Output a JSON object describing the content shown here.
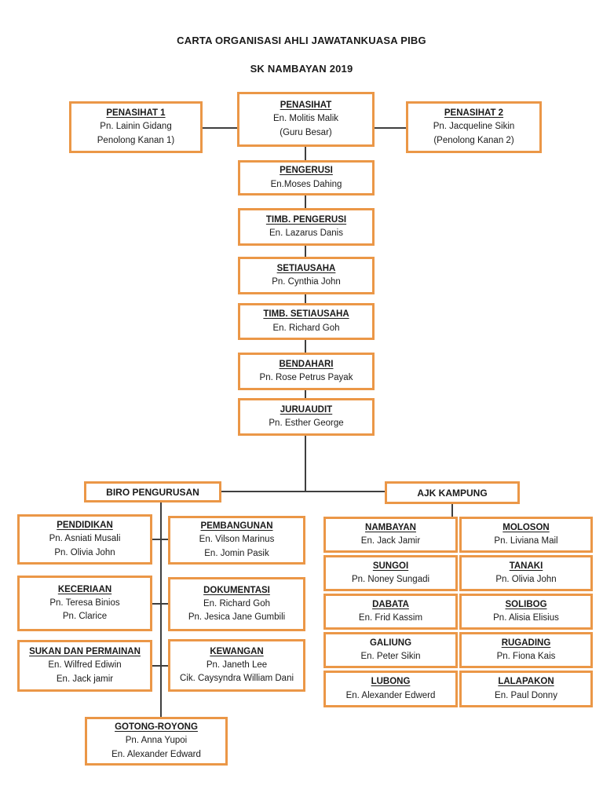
{
  "page": {
    "title_line1": "CARTA ORGANISASI AHLI JAWATANKUASA PIBG",
    "title_line2": "SK NAMBAYAN 2019"
  },
  "colors": {
    "box_border_orange": "#EB9747",
    "connector_gray": "#3F3F3F",
    "text_black": "#1A1A1A",
    "background": "#FFFFFF"
  },
  "nodes": {
    "penasihat1": {
      "title": "PENASIHAT 1",
      "lines": [
        "Pn. Lainin Gidang",
        "Penolong Kanan 1)"
      ]
    },
    "penasihat": {
      "title": "PENASIHAT",
      "lines": [
        "En. Molitis Malik",
        "(Guru Besar)"
      ]
    },
    "penasihat2": {
      "title": "PENASIHAT 2",
      "lines": [
        "Pn. Jacqueline Sikin",
        "(Penolong Kanan 2)"
      ]
    },
    "pengerusi": {
      "title": "PENGERUSI",
      "lines": [
        "En.Moses Dahing"
      ]
    },
    "timb_pengerusi": {
      "title": "TIMB. PENGERUSI",
      "lines": [
        "En. Lazarus Danis"
      ]
    },
    "setiausaha": {
      "title": "SETIAUSAHA",
      "lines": [
        "Pn. Cynthia John"
      ]
    },
    "timb_setiausaha": {
      "title": "TIMB. SETIAUSAHA",
      "lines": [
        "En. Richard Goh"
      ]
    },
    "bendahari": {
      "title": "BENDAHARI",
      "lines": [
        "Pn. Rose Petrus Payak"
      ]
    },
    "juruaudit": {
      "title": "JURUAUDIT",
      "lines": [
        "Pn. Esther George"
      ]
    },
    "biro_pengurusan": {
      "title": "BIRO PENGURUSAN"
    },
    "ajk_kampung": {
      "title": "AJK KAMPUNG"
    },
    "pendidikan": {
      "title": "PENDIDIKAN",
      "lines": [
        "Pn. Asniati Musali",
        "Pn. Olivia John"
      ]
    },
    "pembangunan": {
      "title": "PEMBANGUNAN",
      "lines": [
        "En. Vilson Marinus",
        "En. Jomin Pasik"
      ]
    },
    "keceriaan": {
      "title": "KECERIAAN",
      "lines": [
        "Pn. Teresa Binios",
        "Pn. Clarice"
      ]
    },
    "dokumentasi": {
      "title": "DOKUMENTASI",
      "lines": [
        "En. Richard Goh",
        "Pn. Jesica Jane Gumbili"
      ]
    },
    "sukan": {
      "title": "SUKAN DAN PERMAINAN",
      "lines": [
        "En. Wilfred Ediwin",
        "En. Jack jamir"
      ]
    },
    "kewangan": {
      "title": "KEWANGAN",
      "lines": [
        "Pn. Janeth Lee",
        "Cik. Caysyndra William Dani"
      ]
    },
    "gotong_royong": {
      "title": "GOTONG-ROYONG",
      "lines": [
        "Pn. Anna Yupoi",
        "En. Alexander Edward"
      ]
    },
    "nambayan": {
      "title": "NAMBAYAN",
      "lines": [
        "En. Jack Jamir"
      ]
    },
    "moloson": {
      "title": "MOLOSON",
      "lines": [
        "Pn. Liviana Mail"
      ]
    },
    "sungoi": {
      "title": "SUNGOI",
      "lines": [
        "Pn. Noney Sungadi"
      ]
    },
    "tanaki": {
      "title": "TANAKI",
      "lines": [
        "Pn. Olivia John"
      ]
    },
    "dabata": {
      "title": "DABATA",
      "lines": [
        "En. Frid Kassim"
      ]
    },
    "solibog": {
      "title": "SOLIBOG",
      "lines": [
        "Pn. Alisia Elisius"
      ]
    },
    "galiung": {
      "title": "GALIUNG",
      "lines": [
        "En. Peter Sikin"
      ]
    },
    "rugading": {
      "title": "RUGADING",
      "lines": [
        "Pn. Fiona Kais"
      ]
    },
    "lubong": {
      "title": "LUBONG",
      "lines": [
        "En. Alexander Edwerd"
      ]
    },
    "lalapakon": {
      "title": "LALAPAKON",
      "lines": [
        "En. Paul Donny"
      ]
    }
  }
}
